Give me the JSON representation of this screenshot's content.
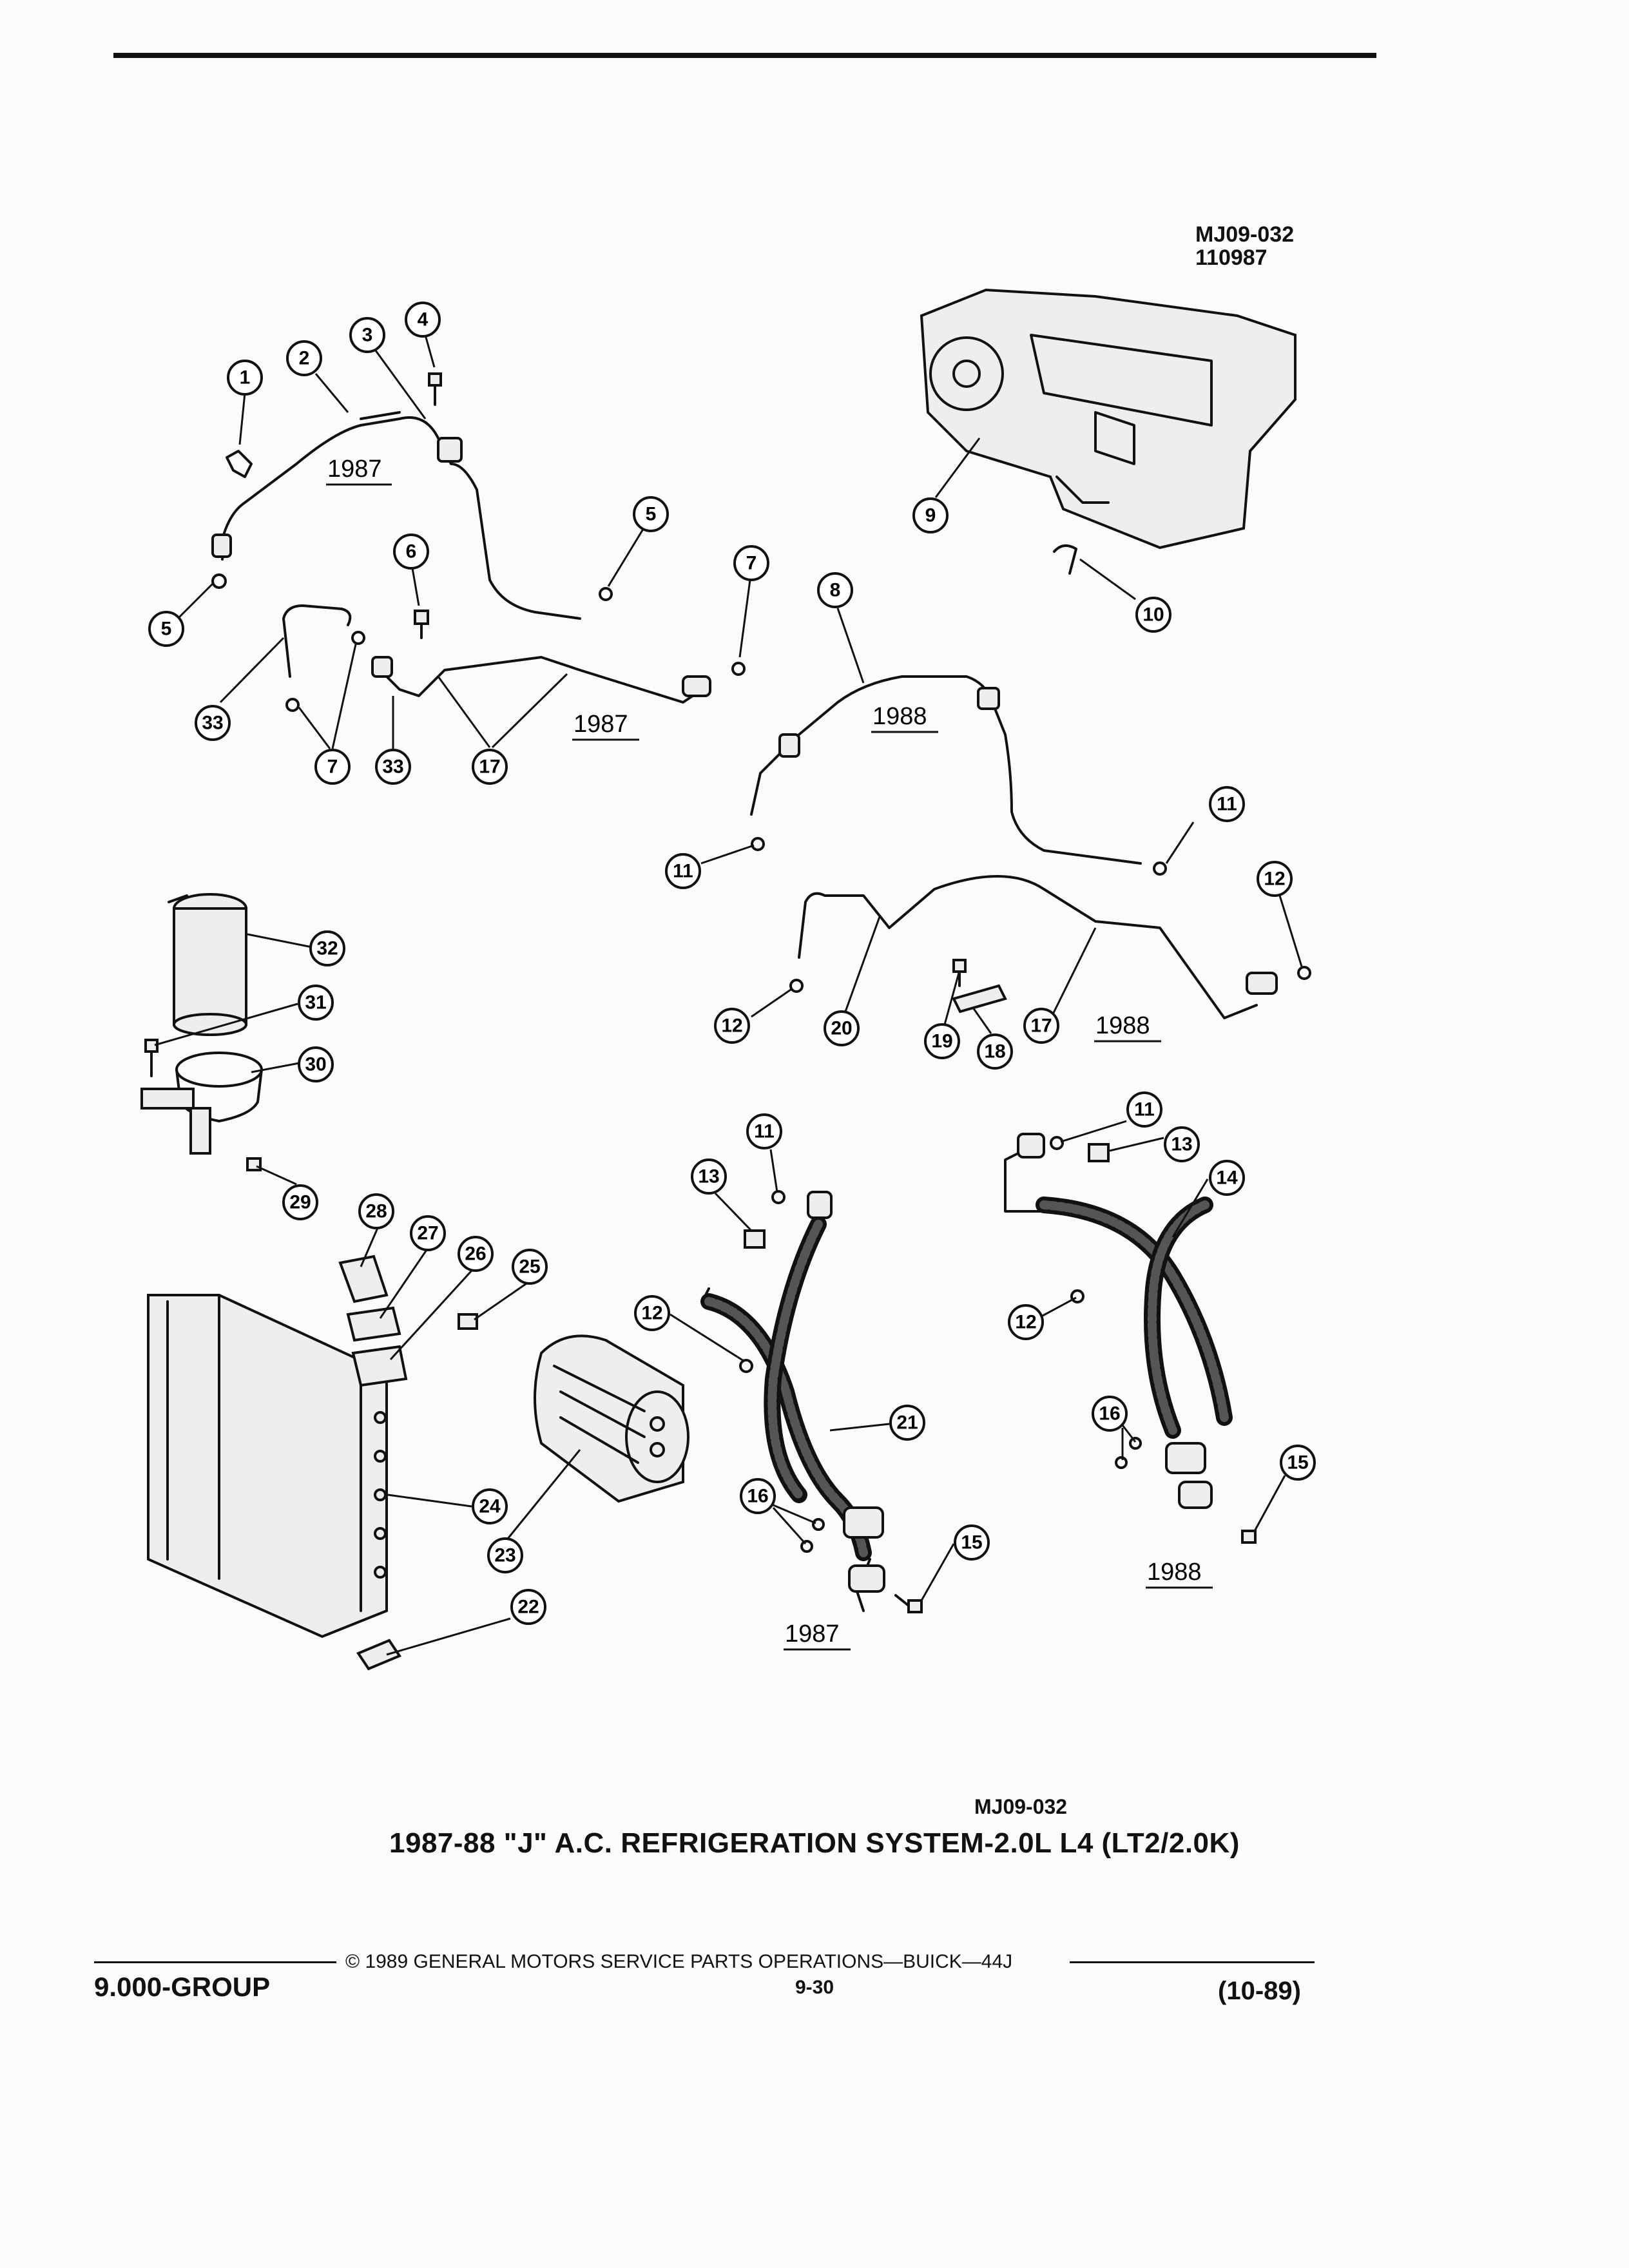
{
  "header": {
    "figure_id": "MJ09-032",
    "date_code": "110987"
  },
  "figure": {
    "code": "MJ09-032",
    "caption": "1987-88 \"J\" A.C. REFRIGERATION SYSTEM-2.0L L4 (LT2/2.0K)"
  },
  "year_labels": [
    "1987",
    "1987",
    "1988",
    "1988",
    "1987",
    "1988"
  ],
  "callouts": [
    "1",
    "2",
    "3",
    "4",
    "5",
    "5",
    "6",
    "7",
    "7",
    "33",
    "33",
    "17",
    "8",
    "9",
    "10",
    "11",
    "11",
    "12",
    "12",
    "20",
    "19",
    "18",
    "17",
    "32",
    "31",
    "30",
    "29",
    "28",
    "27",
    "26",
    "25",
    "24",
    "23",
    "22",
    "11",
    "13",
    "12",
    "21",
    "16",
    "15",
    "11",
    "13",
    "14",
    "12",
    "16",
    "15"
  ],
  "footer": {
    "copyright": "© 1989 GENERAL MOTORS SERVICE PARTS OPERATIONS—BUICK—44J",
    "group": "9.000-GROUP",
    "page": "9-30",
    "date": "(10-89)"
  }
}
